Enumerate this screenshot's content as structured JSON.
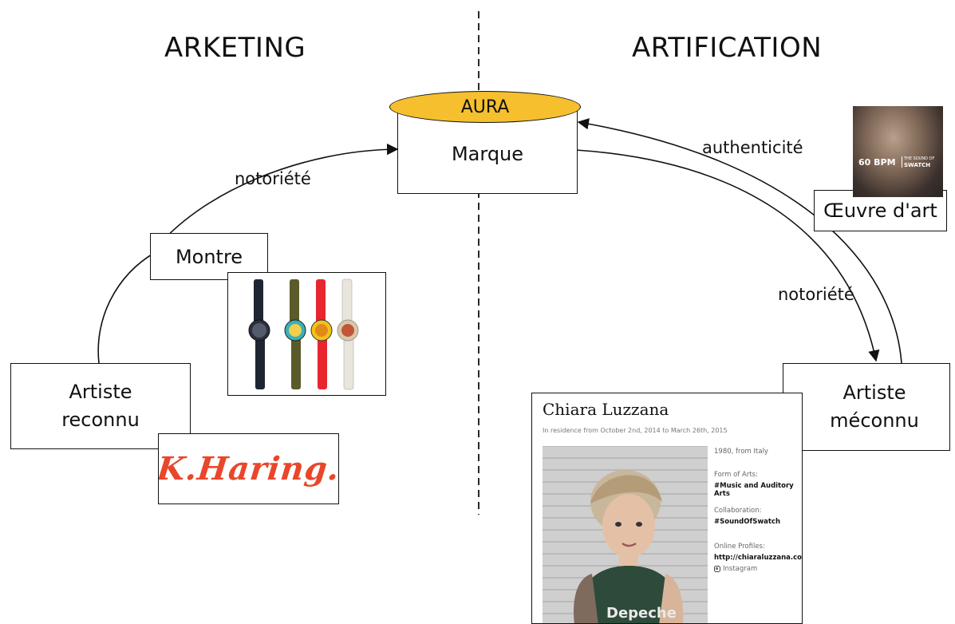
{
  "left_heading": "ARKETING",
  "right_heading": "ARTIFICATION",
  "aura_label": "AURA",
  "brand_label": "Marque",
  "edges": {
    "notoriety_left": "notoriété",
    "authenticity": "authenticité",
    "notoriety_right": "notoriété"
  },
  "nodes": {
    "watch": "Montre",
    "artwork": "Œuvre d'art",
    "known_artist_l1": "Artiste",
    "known_artist_l2": "reconnu",
    "unknown_artist_l1": "Artiste",
    "unknown_artist_l2": "méconnu"
  },
  "haring_logo": "K.Haring.",
  "album": {
    "bpm": "60 BPM",
    "small1": "THE SOUND OF",
    "small2": "SWATCH"
  },
  "profile": {
    "name": "Chiara Luzzana",
    "residence": "In residence from October 2nd, 2014 to March 26th, 2015",
    "birth": "1980, from Italy",
    "form_label": "Form of Arts:",
    "form_value": "#Music and Auditory Arts",
    "collab_label": "Collaboration:",
    "collab_value": "#SoundOfSwatch",
    "profiles_label": "Online Profiles:",
    "profiles_url": "http://chiaraluzzana.com",
    "instagram": "Instagram",
    "shirt_text": "Depeche"
  },
  "colors": {
    "aura_fill": "#f5bf2e",
    "haring_red": "#e8472b",
    "watch_black": "#1f2533",
    "watch_olive": "#5a5a2a",
    "watch_red": "#e8262e",
    "watch_white": "#e9e5dc",
    "shirt_green": "#2e4a3a"
  }
}
